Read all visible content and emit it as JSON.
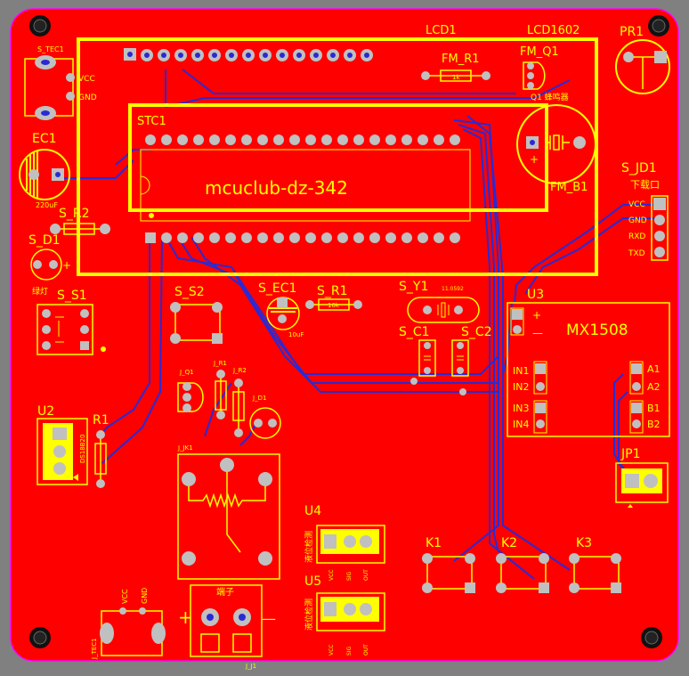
{
  "colors": {
    "background": "#808080",
    "board": "#ff0000",
    "silkscreen": "#ffff00",
    "traces": "#2a2ad4",
    "pads": "#c0c0c0",
    "outline": "#ff00ff"
  },
  "labels": {
    "lcd1": "LCD1",
    "lcd1602": "LCD1602",
    "pr1": "PR1",
    "s_tec1": "S_TEC1",
    "vcc": "VCC",
    "gnd": "GND",
    "fm_r1": "FM_R1",
    "fm_r1_val": "1k",
    "fm_q1": "FM_Q1",
    "buzzer": "Q1 蜂鸣器",
    "stc1": "STC1",
    "ec1": "EC1",
    "ec1_val": "220uF",
    "s_r2": "S_R2",
    "s_d1": "S_D1",
    "s_d1_note": "绿灯",
    "fm_b1": "FM_B1",
    "s_jd1": "S_JD1",
    "download": "下载口",
    "rxd": "RXD",
    "txd": "TXD",
    "mcuclub": "mcuclub-dz-342",
    "s_s1": "S_S1",
    "s_s2": "S_S2",
    "s_ec1": "S_EC1",
    "s_ec1_val": "10uF",
    "s_r1": "S_R1",
    "s_r1_val": "10k",
    "s_y1": "S_Y1",
    "s_y1_val": "11.0592",
    "s_c1": "S_C1",
    "s_c2": "S_C2",
    "u3": "U3",
    "mx1508": "MX1508",
    "in1": "IN1",
    "in2": "IN2",
    "in3": "IN3",
    "in4": "IN4",
    "a1": "A1",
    "a2": "A2",
    "b1": "B1",
    "b2": "B2",
    "jp1": "JP1",
    "u2": "U2",
    "ds18b20": "DS18B20",
    "r1": "R1",
    "j_q1": "J_Q1",
    "j_r1": "J_R1",
    "j_r2": "J_R2",
    "j_d1": "J_D1",
    "j_jk1": "J_JK1",
    "u4": "U4",
    "u5": "U5",
    "hall1": "液位检测",
    "hall2": "液位检测",
    "sig": "SIG",
    "out": "OUT",
    "k1": "K1",
    "k2": "K2",
    "k3": "K3",
    "j_tec1": "J_TEC1",
    "terminal": "端子",
    "plus": "+",
    "minus": "—",
    "j_j1": "J_J1"
  }
}
